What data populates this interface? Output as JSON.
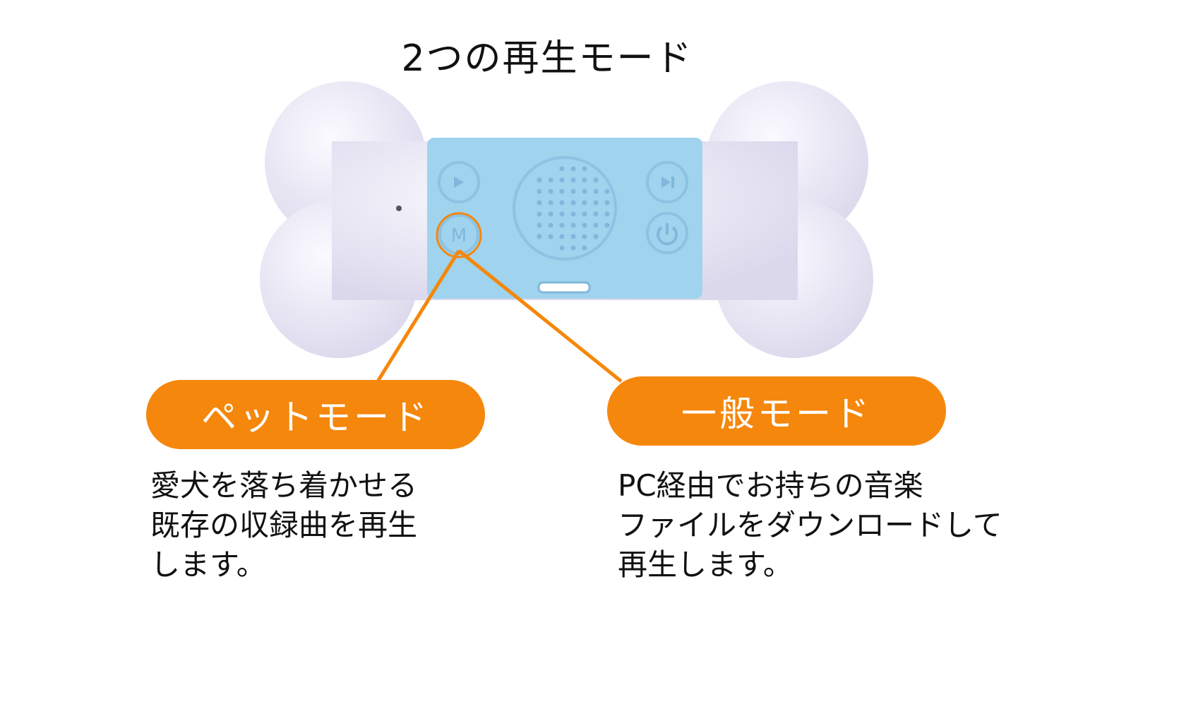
{
  "title": "2つの再生モード",
  "device_buttons": {
    "top_left": "play-icon",
    "mode": "M",
    "top_right": "next-icon",
    "power": "power-icon"
  },
  "colors": {
    "accent": "#f5870c",
    "band": "#9fd3ee",
    "bone": "#eceaf6"
  },
  "modes": [
    {
      "label": "ペットモード",
      "description": [
        "愛犬を落ち着かせる",
        "既存の収録曲を再生",
        "します。"
      ]
    },
    {
      "label": "一般モード",
      "description": [
        "PC経由でお持ちの音楽",
        "ファイルをダウンロードして",
        "再生します。"
      ]
    }
  ]
}
